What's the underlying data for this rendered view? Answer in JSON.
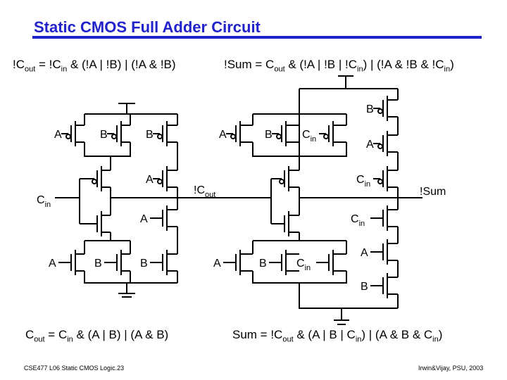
{
  "title": "Static CMOS Full Adder Circuit",
  "colors": {
    "title": "#2222cc",
    "wire": "#000000"
  },
  "equations": {
    "not_cout": {
      "lhs": "!C",
      "lhs_sub": "out",
      "p1": " = !C",
      "p1_sub": "in",
      "p2": " & (!A | !B) | (!A & !B)"
    },
    "not_sum": {
      "lhs": "!Sum = C",
      "lhs_sub": "out",
      "p1": " & (!A | !B | !C",
      "p1_sub": "in",
      "p2": ") | (!A & !B & !C",
      "p2_sub": "in",
      "p3": ")"
    },
    "cout": {
      "lhs": "C",
      "lhs_sub": "out",
      "p1": " = C",
      "p1_sub": "in",
      "p2": " & (A | B) | (A & B)"
    },
    "sum": {
      "lhs": "Sum = !C",
      "lhs_sub": "out",
      "p1": " & (A | B | C",
      "p1_sub": "in",
      "p2": ") | (A & B & C",
      "p2_sub": "in",
      "p3": ")"
    }
  },
  "circuit": {
    "labels": {
      "a": "A",
      "b": "B",
      "c": "C",
      "in_sub": "in",
      "out_sub": "out",
      "not_cout_node": "!C",
      "not_sum_node": "!Sum",
      "cin_input": "C"
    },
    "left_stage": {
      "pmos_gates": [
        "A",
        "B",
        "B",
        "A",
        "Cin"
      ],
      "nmos_gates": [
        "Cin",
        "A",
        "B",
        "A",
        "B"
      ],
      "output": "!Cout"
    },
    "right_stage": {
      "pmos_gates": [
        "A",
        "B",
        "Cin",
        "B",
        "A",
        "Cin",
        "!Cout"
      ],
      "nmos_gates": [
        "!Cout",
        "A",
        "B",
        "Cin",
        "Cin",
        "A",
        "B"
      ],
      "output": "!Sum"
    }
  },
  "footer": {
    "left": "CSE477  L06 Static CMOS Logic.23",
    "right": "Irwin&Vijay, PSU, 2003"
  }
}
